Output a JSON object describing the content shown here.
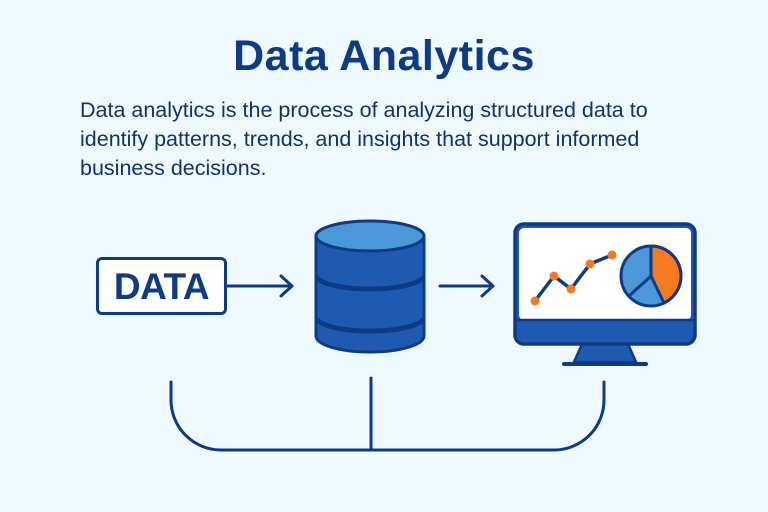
{
  "header": {
    "title": "Data Analytics",
    "description_lines": [
      "Data analytics is the process of analyzing structured data to",
      "identify patterns, trends, and insights that support informed",
      "business decisions."
    ]
  },
  "diagram": {
    "nodes": [
      {
        "id": "data",
        "label": "DATA",
        "icon": "data-label-box"
      },
      {
        "id": "database",
        "label": "",
        "icon": "database-icon"
      },
      {
        "id": "dashboard",
        "label": "",
        "icon": "monitor-chart-icon"
      }
    ],
    "flow": [
      "data",
      "database",
      "dashboard"
    ],
    "connector": "bracket-connector linking all three nodes"
  },
  "colors": {
    "background": "#EEFAFD",
    "navy": "#0F3A86",
    "blue": "#1E5BB0",
    "light_blue": "#4A98D8",
    "orange": "#F57A20",
    "white": "#FFFFFF"
  }
}
